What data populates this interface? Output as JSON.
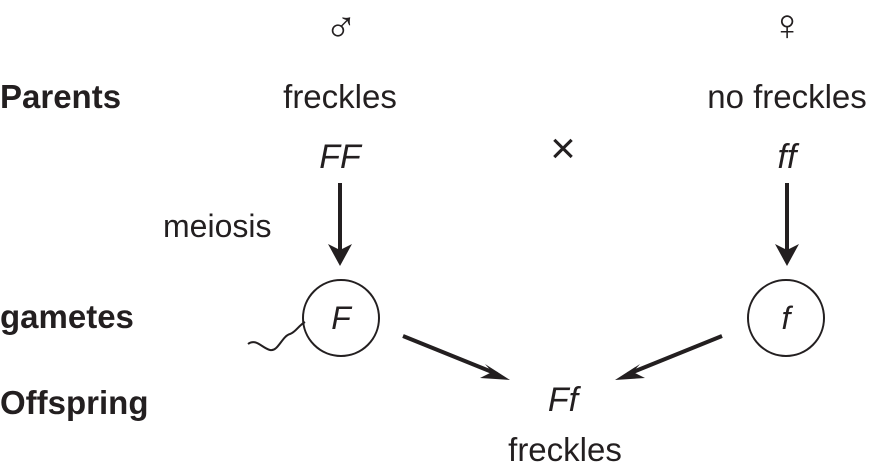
{
  "row_labels": {
    "parents": "Parents",
    "gametes": "gametes",
    "offspring": "Offspring"
  },
  "male": {
    "symbol": "♂",
    "phenotype": "freckles",
    "genotype": "FF",
    "gamete": "F"
  },
  "female": {
    "symbol": "♀",
    "phenotype": "no freckles",
    "genotype": "ff",
    "gamete": "f"
  },
  "cross_symbol": "×",
  "process_label": "meiosis",
  "offspring": {
    "genotype": "Ff",
    "phenotype": "freckles"
  },
  "colors": {
    "ink": "#231f20",
    "background": "#ffffff"
  },
  "icons": {
    "sperm_tail": "sperm-tail-icon",
    "arrow": "arrow-icon",
    "gamete_circle": "gamete-circle-icon"
  }
}
